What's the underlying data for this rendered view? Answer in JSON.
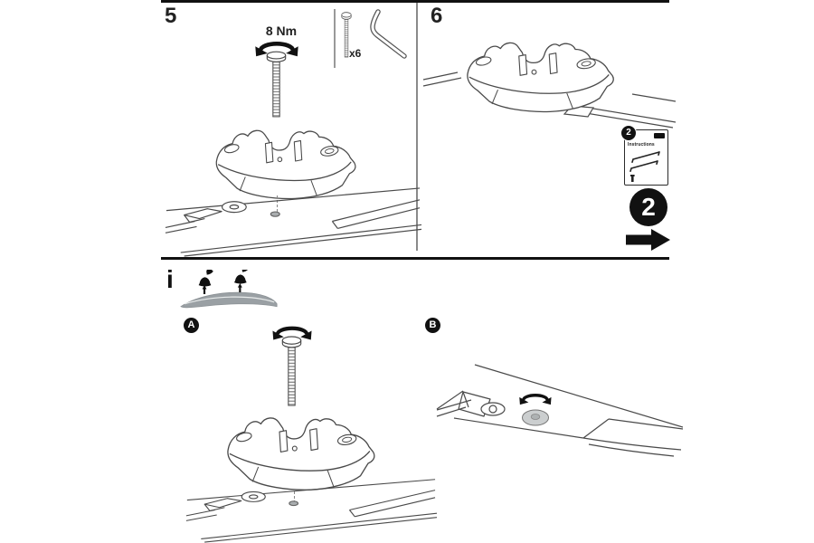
{
  "colors": {
    "ink": "#1a1a1a",
    "line": "#4a4a4a",
    "accent": "#111111",
    "pad-gray": "#9aa0a4",
    "cap-gray": "#c9cccd"
  },
  "step5": {
    "number": "5",
    "torque": "8 Nm",
    "bolt_qty": "x6"
  },
  "step6": {
    "number": "6",
    "card_badge": "2",
    "card_title": "Instructions",
    "kit_number": "2"
  },
  "detail": {
    "info_symbol": "i",
    "variant_a": "A",
    "variant_b": "B"
  }
}
